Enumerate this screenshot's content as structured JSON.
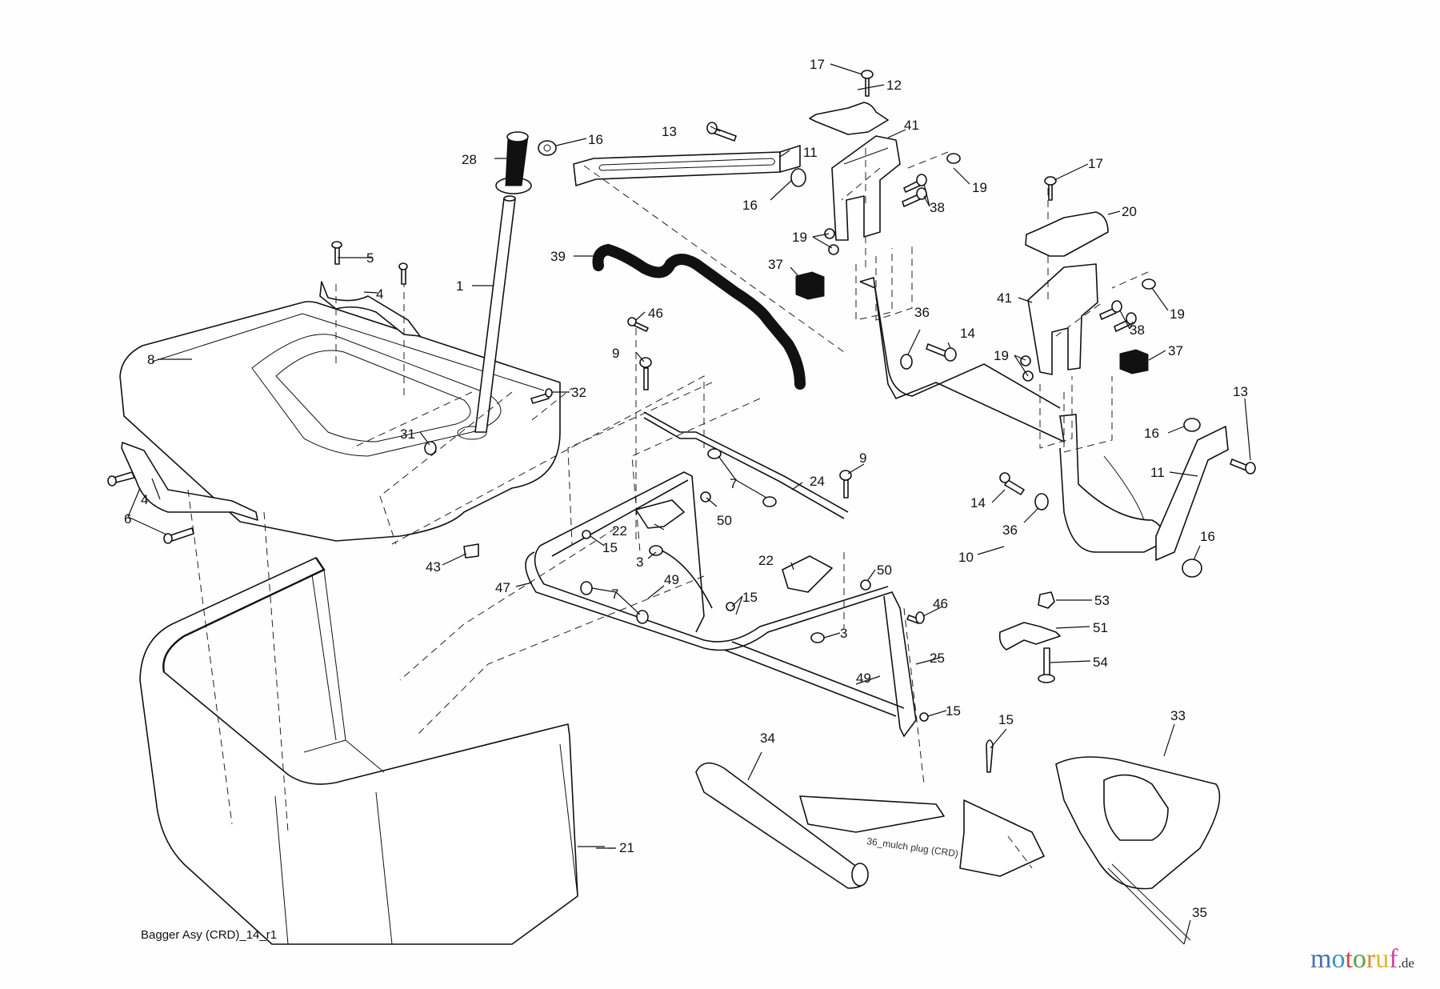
{
  "diagram": {
    "title": "Bagger Asy (CRD)_14_r1",
    "subassembly_label": "36_mulch plug (CRD)",
    "callouts": [
      {
        "id": "c17a",
        "label": "17"
      },
      {
        "id": "c12",
        "label": "12"
      },
      {
        "id": "c41a",
        "label": "41"
      },
      {
        "id": "c19a",
        "label": "19"
      },
      {
        "id": "c38a",
        "label": "38"
      },
      {
        "id": "c19b",
        "label": "19"
      },
      {
        "id": "c37a",
        "label": "37"
      },
      {
        "id": "c17b",
        "label": "17"
      },
      {
        "id": "c20",
        "label": "20"
      },
      {
        "id": "c41b",
        "label": "41"
      },
      {
        "id": "c19c",
        "label": "19"
      },
      {
        "id": "c38b",
        "label": "38"
      },
      {
        "id": "c19d",
        "label": "19"
      },
      {
        "id": "c37b",
        "label": "37"
      },
      {
        "id": "c36a",
        "label": "36"
      },
      {
        "id": "c14a",
        "label": "14"
      },
      {
        "id": "c13a",
        "label": "13"
      },
      {
        "id": "c16a",
        "label": "16"
      },
      {
        "id": "c11a",
        "label": "11"
      },
      {
        "id": "c16b",
        "label": "16"
      },
      {
        "id": "c28",
        "label": "28"
      },
      {
        "id": "c39",
        "label": "39"
      },
      {
        "id": "c1",
        "label": "1"
      },
      {
        "id": "c5",
        "label": "5"
      },
      {
        "id": "c4a",
        "label": "4"
      },
      {
        "id": "c8",
        "label": "8"
      },
      {
        "id": "c46a",
        "label": "46"
      },
      {
        "id": "c9a",
        "label": "9"
      },
      {
        "id": "c32",
        "label": "32"
      },
      {
        "id": "c31",
        "label": "31"
      },
      {
        "id": "c4b",
        "label": "4"
      },
      {
        "id": "c6",
        "label": "6"
      },
      {
        "id": "c43",
        "label": "43"
      },
      {
        "id": "c7a",
        "label": "7"
      },
      {
        "id": "c24",
        "label": "24"
      },
      {
        "id": "c9b",
        "label": "9"
      },
      {
        "id": "c50a",
        "label": "50"
      },
      {
        "id": "c22a",
        "label": "22"
      },
      {
        "id": "c15a",
        "label": "15"
      },
      {
        "id": "c3a",
        "label": "3"
      },
      {
        "id": "c47",
        "label": "47"
      },
      {
        "id": "c7b",
        "label": "7"
      },
      {
        "id": "c49a",
        "label": "49"
      },
      {
        "id": "c22b",
        "label": "22"
      },
      {
        "id": "c50b",
        "label": "50"
      },
      {
        "id": "c15b",
        "label": "15"
      },
      {
        "id": "c46b",
        "label": "46"
      },
      {
        "id": "c3b",
        "label": "3"
      },
      {
        "id": "c25",
        "label": "25"
      },
      {
        "id": "c49b",
        "label": "49"
      },
      {
        "id": "c15c",
        "label": "15"
      },
      {
        "id": "c13b",
        "label": "13"
      },
      {
        "id": "c16c",
        "label": "16"
      },
      {
        "id": "c11b",
        "label": "11"
      },
      {
        "id": "c14b",
        "label": "14"
      },
      {
        "id": "c36b",
        "label": "36"
      },
      {
        "id": "c10",
        "label": "10"
      },
      {
        "id": "c16d",
        "label": "16"
      },
      {
        "id": "c53",
        "label": "53"
      },
      {
        "id": "c51",
        "label": "51"
      },
      {
        "id": "c54",
        "label": "54"
      },
      {
        "id": "c15d",
        "label": "15"
      },
      {
        "id": "c33",
        "label": "33"
      },
      {
        "id": "c34",
        "label": "34"
      },
      {
        "id": "c35",
        "label": "35"
      },
      {
        "id": "c21",
        "label": "21"
      }
    ]
  },
  "watermark": {
    "letters": [
      {
        "char": "m",
        "color": "#4a6fb5"
      },
      {
        "char": "o",
        "color": "#3d8fd0"
      },
      {
        "char": "t",
        "color": "#d9443f"
      },
      {
        "char": "o",
        "color": "#5aa04b"
      },
      {
        "char": "r",
        "color": "#e08a2a"
      },
      {
        "char": "u",
        "color": "#e8b628"
      },
      {
        "char": "f",
        "color": "#d04a9a"
      }
    ],
    "tld": ".de"
  }
}
